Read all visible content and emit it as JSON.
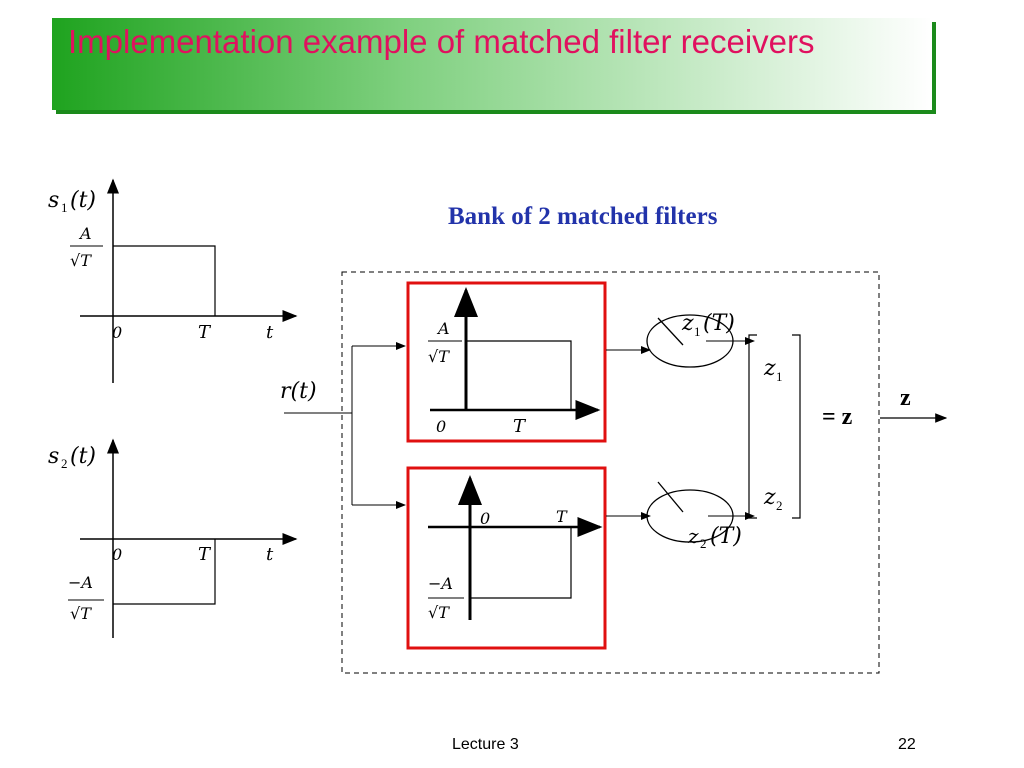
{
  "title": "Implementation example of matched filter receivers",
  "bank_label": "Bank of 2 matched filters",
  "signals": {
    "s1_symbol": "s",
    "s1_sub": "1",
    "s2_symbol": "s",
    "s2_sub": "2",
    "arg": "(t)",
    "amp_pos": "A",
    "amp_neg": "−A",
    "denom": "√T",
    "origin": "0",
    "period": "T",
    "time": "t"
  },
  "receiver": {
    "input": "r(t)",
    "z1_sample": "z",
    "z1_sample_sub": "1",
    "z2_sample": "z",
    "z2_sample_sub": "2",
    "sample_arg": "(T)",
    "vec_z1": "z",
    "vec_z1_sub": "1",
    "vec_z2": "z",
    "vec_z2_sub": "2",
    "equals": "= z",
    "output": "z"
  },
  "footer": {
    "left": "Lecture 3",
    "right": "22"
  },
  "colors": {
    "title": "#e0115f",
    "banner_green": "#1fa31f",
    "bank_label": "#2233aa",
    "filter_box": "#e01010"
  }
}
